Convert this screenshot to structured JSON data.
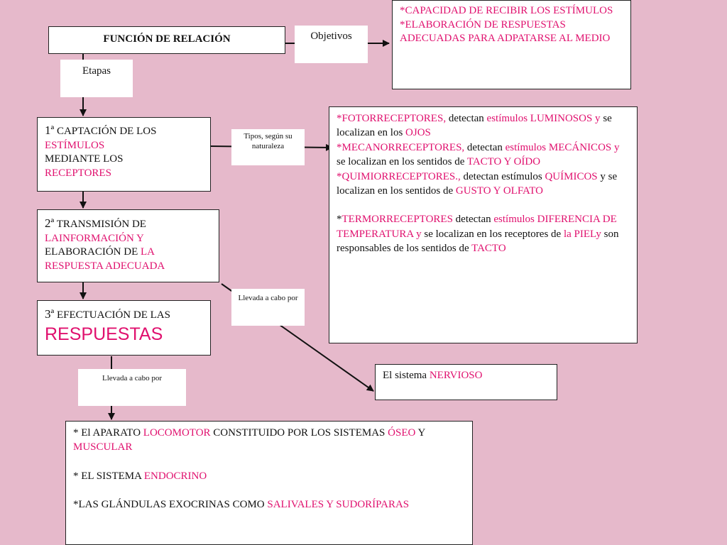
{
  "title": "FUNCIÓN DE RELACIÓN",
  "labels": {
    "objetivos": "Objetivos",
    "etapas": "Etapas",
    "tipos": "Tipos, según su naturaleza",
    "llevada1": "Llevada a cabo por",
    "llevada2": "Llevada a cabo por"
  },
  "objetivos": {
    "l1": "*CAPACIDAD DE RECIBIR LOS ESTÍMULOS",
    "l2": "*ELABORACIÓN DE RESPUESTAS ADECUADAS PARA ADPATARSE AL MEDIO"
  },
  "etapa1": {
    "num": "1ª",
    "a": "CAPTACIÓN DE LOS",
    "b": "ESTÍMULOS",
    "c": "MEDIANTE LOS",
    "d": "RECEPTORES"
  },
  "etapa2": {
    "num": "2ª",
    "a": "TRANSMISIÓN DE",
    "b": "LAINFORMACIÓN Y",
    "c": "ELABORACIÓN DE",
    "d": "LA",
    "e": "RESPUESTA ADECUADA"
  },
  "etapa3": {
    "num": "3ª",
    "a": "EFECTUACIÓN DE LAS",
    "b": "RESPUESTAS"
  },
  "receptores": {
    "foto": {
      "a": "*FOTORRECEPTORES,",
      "b": " detectan ",
      "c": "estímulos LUMINOSOS y",
      "d": " se localizan en los ",
      "e": "OJOS"
    },
    "meca": {
      "a": "*MECANORRECEPTORES,",
      "b": " detectan ",
      "c": "estímulos MECÁNICOS y",
      "d": " se localizan en los sentidos de ",
      "e": "TACTO Y OÍDO"
    },
    "quim": {
      "a": "*QUIMIORRECEPTORES.,",
      "b": " detectan estímulos ",
      "c": "QUÍMICOS",
      "d": " y se localizan en los sentidos de ",
      "e": "GUSTO Y OLFATO"
    },
    "term": {
      "a": "*",
      "b": "TERMORRECEPTORES",
      "c": " detectan ",
      "d": "estímulos DIFERENCIA DE TEMPERATURA y",
      "e": " se localizan en los receptores de ",
      "f": "la PIELy",
      "g": " son responsables de los sentidos de ",
      "h": "TACTO"
    }
  },
  "nervioso": {
    "a": "El sistema ",
    "b": "NERVIOSO"
  },
  "efectores": {
    "l1": {
      "a": "* El APARATO ",
      "b": "LOCOMOTOR",
      "c": " CONSTITUIDO POR LOS SISTEMAS ",
      "d": "ÓSEO",
      "e": " Y ",
      "f": "MUSCULAR"
    },
    "l2": {
      "a": "* EL SISTEMA ",
      "b": "ENDOCRINO"
    },
    "l3": {
      "a": "*LAS GLÁNDULAS EXOCRINAS COMO ",
      "b": "SALIVALES Y SUDORÍPARAS"
    }
  }
}
